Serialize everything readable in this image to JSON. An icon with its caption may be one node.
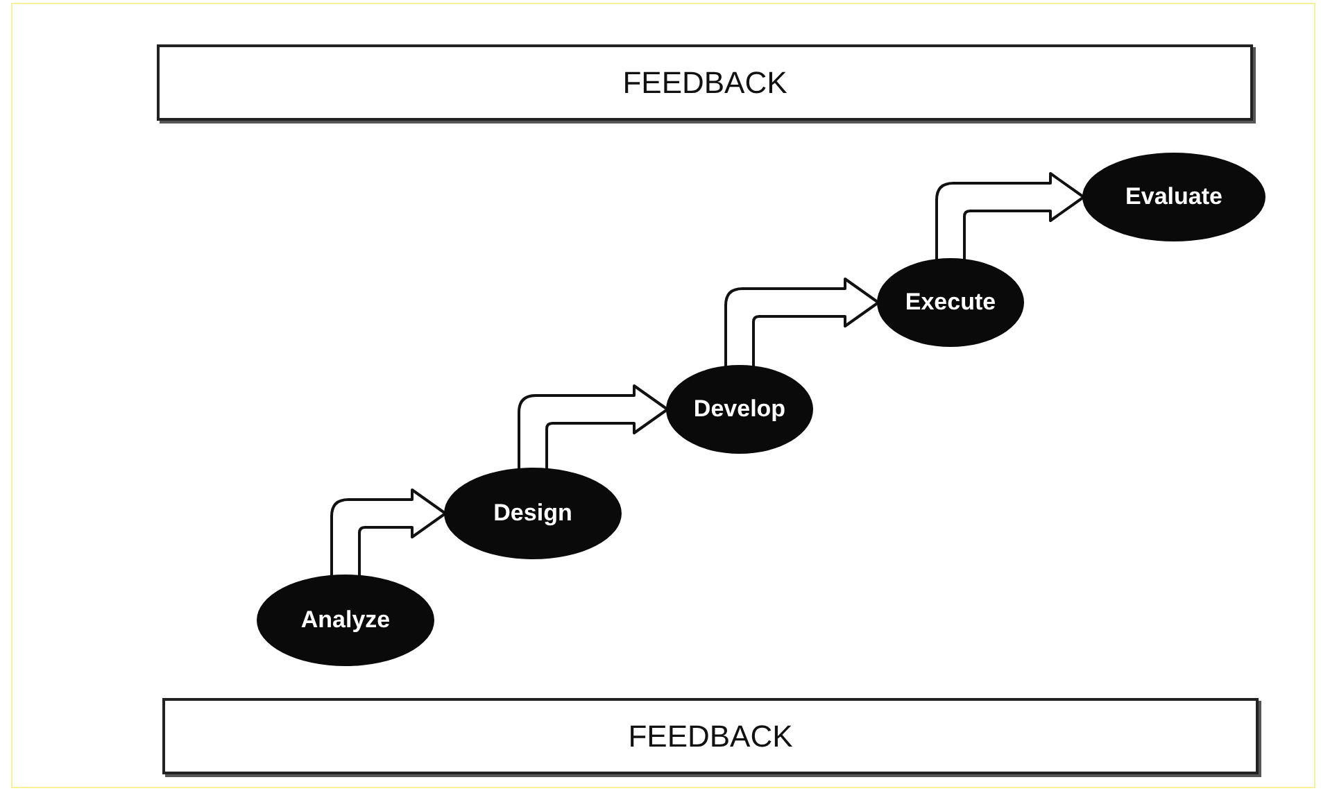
{
  "diagram": {
    "nodes": [
      {
        "text": [
          "FEEDBACK"
        ]
      },
      {
        "text": [
          "Analyze"
        ]
      },
      {
        "text": [
          "Design"
        ]
      },
      {
        "text": [
          "Develop"
        ]
      },
      {
        "text": [
          "Execute"
        ]
      },
      {
        "text": [
          "Evaluate"
        ]
      },
      {
        "text": [
          "FEEDBACK"
        ]
      }
    ],
    "edges": [
      {
        "from": 1,
        "to": 2,
        "arrow": "to"
      },
      {
        "from": 2,
        "to": 3,
        "arrow": "to"
      },
      {
        "from": 3,
        "to": 4,
        "arrow": "to"
      },
      {
        "from": 4,
        "to": 5,
        "arrow": "to"
      }
    ]
  }
}
